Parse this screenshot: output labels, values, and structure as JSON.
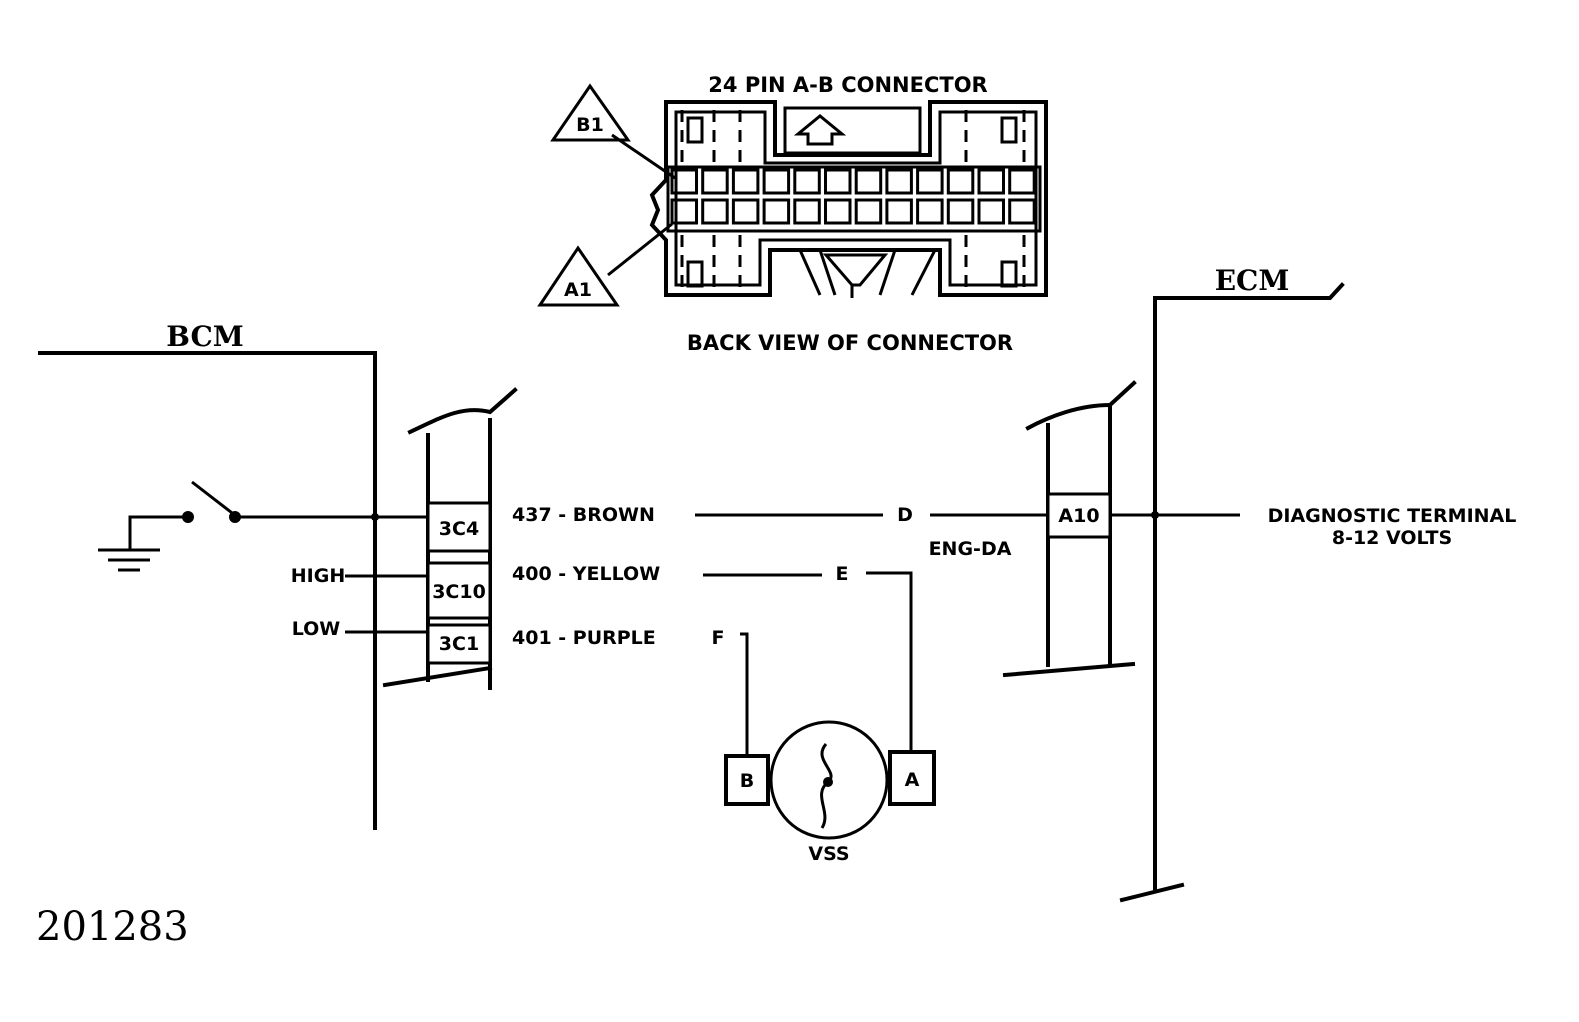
{
  "figure_number": "201283",
  "connector": {
    "title": "24 PIN A-B CONNECTOR",
    "caption": "BACK VIEW OF CONNECTOR",
    "pin_b1": "B1",
    "pin_a1": "A1"
  },
  "bcm": {
    "label": "BCM",
    "high_label": "HIGH",
    "low_label": "LOW",
    "terminals": [
      "3C4",
      "3C10",
      "3C1"
    ]
  },
  "ecm": {
    "label": "ECM",
    "terminal": "A10"
  },
  "wires": [
    {
      "label": "437 - BROWN",
      "pin": "D"
    },
    {
      "label": "400 - YELLOW",
      "pin": "E"
    },
    {
      "label": "401 - PURPLE",
      "pin": "F"
    }
  ],
  "eng_da": "ENG-DA",
  "diagnostic": {
    "line1": "DIAGNOSTIC TERMINAL",
    "line2": "8-12 VOLTS"
  },
  "vss": {
    "label": "VSS",
    "pin_b": "B",
    "pin_a": "A"
  }
}
